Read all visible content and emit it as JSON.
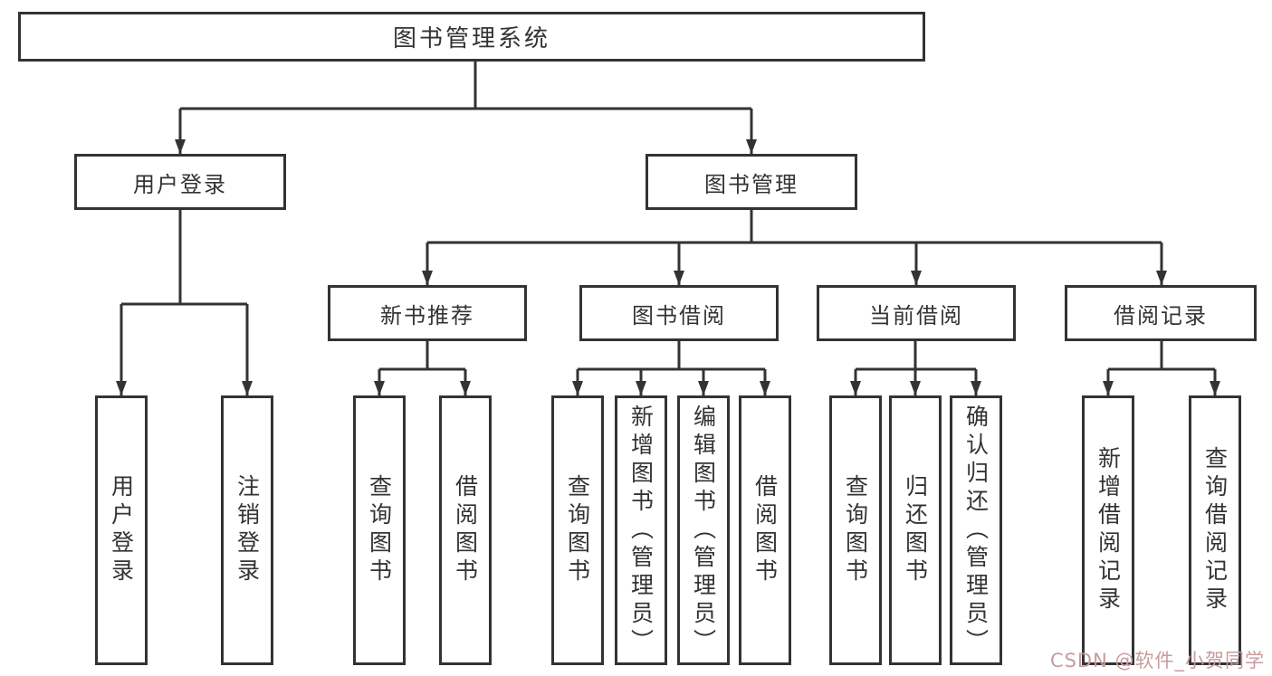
{
  "diagram_title": "图书管理系统",
  "colors": {
    "line": "#333333",
    "text": "#333333",
    "background": "#ffffff",
    "watermark": "#c89c9c"
  },
  "tree": {
    "root": "图书管理系统",
    "level2": [
      {
        "label": "用户登录"
      },
      {
        "label": "图书管理"
      }
    ],
    "level3": [
      {
        "label": "新书推荐"
      },
      {
        "label": "图书借阅"
      },
      {
        "label": "当前借阅"
      },
      {
        "label": "借阅记录"
      }
    ],
    "leaves": {
      "user": [
        "用户登录",
        "注销登录"
      ],
      "newbook": [
        "查询图书",
        "借阅图书"
      ],
      "borrow": [
        "查询图书",
        "新增图书（管理员）",
        "编辑图书（管理员）",
        "借阅图书"
      ],
      "current": [
        "查询图书",
        "归还图书",
        "确认归还（管理员）"
      ],
      "records": [
        "新增借阅记录",
        "查询借阅记录"
      ]
    }
  },
  "watermark": {
    "text": "CSDN @软件_小贺同学"
  }
}
